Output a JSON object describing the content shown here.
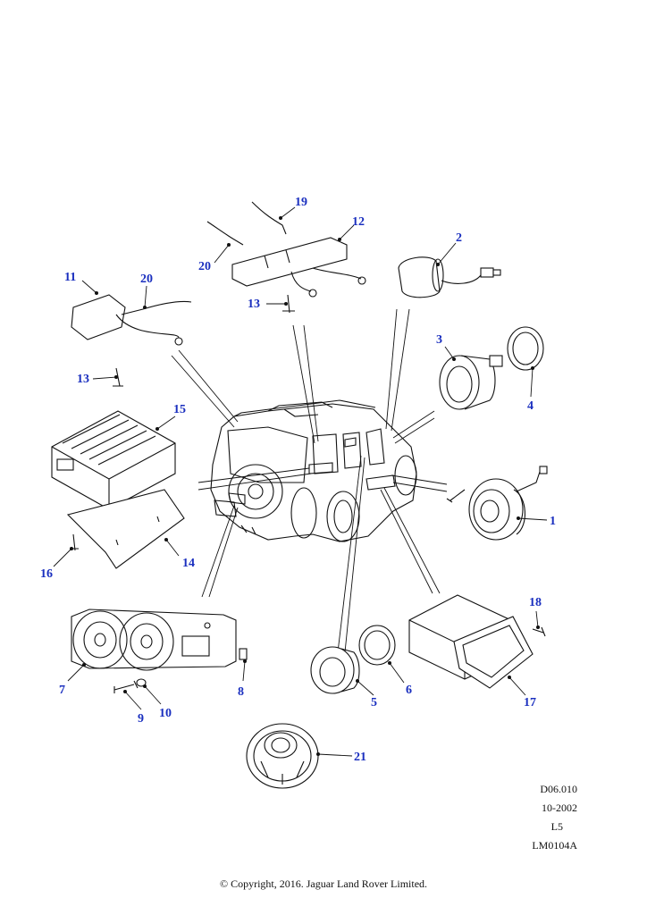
{
  "callouts": [
    {
      "id": "1",
      "label": "1"
    },
    {
      "id": "2",
      "label": "2"
    },
    {
      "id": "3",
      "label": "3"
    },
    {
      "id": "4",
      "label": "4"
    },
    {
      "id": "5",
      "label": "5"
    },
    {
      "id": "6",
      "label": "6"
    },
    {
      "id": "7",
      "label": "7"
    },
    {
      "id": "8",
      "label": "8"
    },
    {
      "id": "9",
      "label": "9"
    },
    {
      "id": "10",
      "label": "10"
    },
    {
      "id": "11",
      "label": "11"
    },
    {
      "id": "12",
      "label": "12"
    },
    {
      "id": "13a",
      "label": "13"
    },
    {
      "id": "13b",
      "label": "13"
    },
    {
      "id": "14",
      "label": "14"
    },
    {
      "id": "15",
      "label": "15"
    },
    {
      "id": "16",
      "label": "16"
    },
    {
      "id": "17",
      "label": "17"
    },
    {
      "id": "18",
      "label": "18"
    },
    {
      "id": "19",
      "label": "19"
    },
    {
      "id": "20a",
      "label": "20"
    },
    {
      "id": "20b",
      "label": "20"
    },
    {
      "id": "21",
      "label": "21"
    }
  ],
  "reference": {
    "code": "D06.010",
    "date": "10-2002",
    "level": "L5",
    "illustration": "LM0104A"
  },
  "copyright": "© Copyright, 2016. Jaguar Land Rover Limited.",
  "colors": {
    "callout": "#1a2fbf",
    "line": "#111111"
  }
}
